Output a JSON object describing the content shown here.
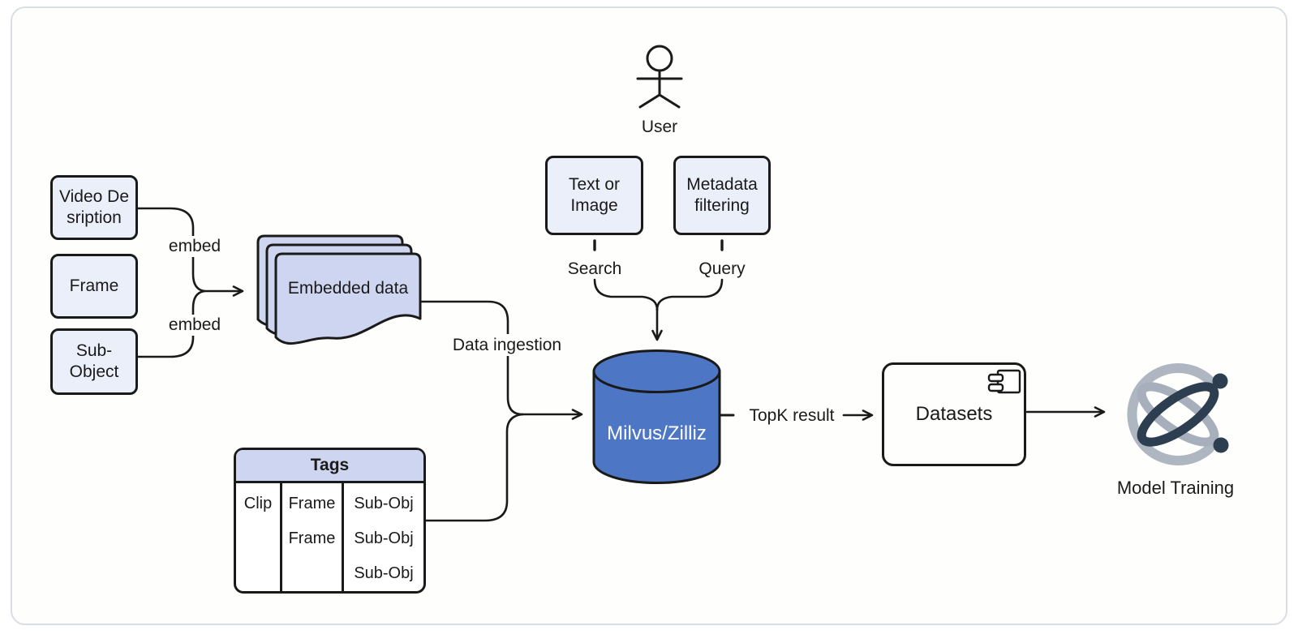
{
  "colors": {
    "node_fill": "#eaeffa",
    "lavender_fill": "#ced5f0",
    "cylinder_fill": "#4d76c5",
    "cylinder_text": "#ffffff",
    "stroke": "#1a1a1a",
    "frame_border": "#dbdde5",
    "ring_gray": "#aeb6c2",
    "orbit_gray": "#a7afbc",
    "navy": "#2c3e50"
  },
  "nodes": {
    "video_description": {
      "line1": "Video De",
      "line2": "sription"
    },
    "frame": {
      "label": "Frame"
    },
    "sub_object": {
      "line1": "Sub-",
      "line2": "Object"
    },
    "embedded_data": {
      "label": "Embedded data"
    },
    "user": {
      "label": "User"
    },
    "text_or_image": {
      "line1": "Text or",
      "line2": "Image"
    },
    "metadata_filtering": {
      "line1": "Metadata",
      "line2": "filtering"
    },
    "milvus": {
      "label": "Milvus/Zilliz"
    },
    "datasets": {
      "label": "Datasets"
    },
    "model_training": {
      "label": "Model Training"
    }
  },
  "edge_labels": {
    "embed_top": "embed",
    "embed_bottom": "embed",
    "data_ingestion": "Data ingestion",
    "search": "Search",
    "query": "Query",
    "topk": "TopK result"
  },
  "tags_table": {
    "title": "Tags",
    "col1": [
      "Clip"
    ],
    "col2": [
      "Frame",
      "Frame"
    ],
    "col3": [
      "Sub-Obj",
      "Sub-Obj",
      "Sub-Obj"
    ]
  }
}
